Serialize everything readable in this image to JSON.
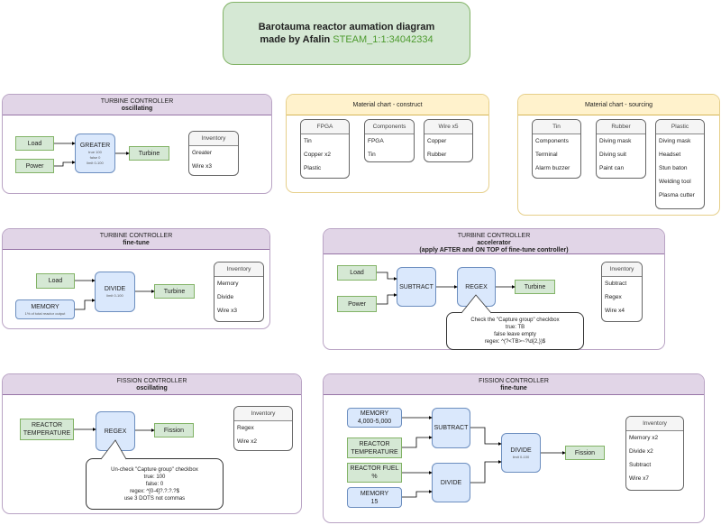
{
  "title": {
    "line1": "Barotauma reactor aumation diagram",
    "line2_prefix": "made by Afalin ",
    "steam_id": "STEAM_1:1:34042334"
  },
  "colors": {
    "green_fill": "#d5e8d4",
    "blue_fill": "#dae8fc",
    "purple_header": "#e1d5e7",
    "yellow_header": "#fff2cc",
    "steam_text": "#4d9a2e"
  },
  "turbine_osc": {
    "title": "TURBINE CONTROLLER",
    "subtitle": "oscillating",
    "load": "Load",
    "power": "Power",
    "greater": {
      "label": "GREATER",
      "l1": "true 100",
      "l2": "false 0",
      "l3": "limit 0-100"
    },
    "turbine": "Turbine",
    "inventory": {
      "header": "Inventory",
      "items": [
        "Greater",
        "Wire x3"
      ]
    }
  },
  "construct": {
    "title": "Material chart - construct",
    "tables": [
      {
        "header": "FPGA",
        "items": [
          "Tin",
          "Copper x2",
          "Plastic"
        ]
      },
      {
        "header": "Components",
        "items": [
          "FPGA",
          "Tin"
        ]
      },
      {
        "header": "Wire x5",
        "items": [
          "Copper",
          "Rubber"
        ]
      }
    ]
  },
  "sourcing": {
    "title": "Material chart - sourcing",
    "tables": [
      {
        "header": "Tin",
        "items": [
          "Components",
          "Terminal",
          "Alarm buzzer"
        ]
      },
      {
        "header": "Rubber",
        "items": [
          "Diving mask",
          "Diving suit",
          "Paint can"
        ]
      },
      {
        "header": "Plastic",
        "items": [
          "Diving mask",
          "Headset",
          "Stun baton",
          "Welding tool",
          "Plasma cutter"
        ]
      }
    ]
  },
  "turbine_fine": {
    "title": "TURBINE CONTROLLER",
    "subtitle": "fine-tune",
    "load": "Load",
    "memory": {
      "label": "MEMORY",
      "note": "1% of total reactor output"
    },
    "divide": {
      "label": "DIVIDE",
      "note": "limit 0-100"
    },
    "turbine": "Turbine",
    "inventory": {
      "header": "Inventory",
      "items": [
        "Memory",
        "Divide",
        "Wire x3"
      ]
    }
  },
  "turbine_acc": {
    "title": "TURBINE CONTROLLER",
    "subtitle": "accelerator",
    "subtitle2": "(apply AFTER and ON TOP of fine-tune controller)",
    "load": "Load",
    "power": "Power",
    "subtract": "SUBTRACT",
    "regex": "REGEX",
    "turbine": "Turbine",
    "callout": [
      "Check the \"Capture group\" checkbox",
      "true: TB",
      "false leave empty",
      "regex: ^(?<TB>~?\\d{2,})$"
    ],
    "inventory": {
      "header": "Inventory",
      "items": [
        "Subtract",
        "Regex",
        "Wire x4"
      ]
    }
  },
  "fission_osc": {
    "title": "FISSION CONTROLLER",
    "subtitle": "oscillating",
    "temp": "REACTOR TEMPERATURE",
    "regex": "REGEX",
    "fission": "Fission",
    "callout": [
      "Un-check \"Capture group\" checkbox",
      "true: 100",
      "false: 0",
      "regex: ^[0-4]?.?.?.?$",
      "use 3 DOTS not commas"
    ],
    "inventory": {
      "header": "Inventory",
      "items": [
        "Regex",
        "Wire x2"
      ]
    }
  },
  "fission_fine": {
    "title": "FISSION CONTROLLER",
    "subtitle": "fine-tune",
    "memory1": {
      "label": "MEMORY",
      "value": "4,000-5,000"
    },
    "temp": "REACTOR TEMPERATURE",
    "fuel": "REACTOR FUEL %",
    "memory2": {
      "label": "MEMORY",
      "value": "15"
    },
    "subtract": "SUBTRACT",
    "divide1": "DIVIDE",
    "divide2": {
      "label": "DIVIDE",
      "note": "limit 0-100"
    },
    "fission": "Fission",
    "inventory": {
      "header": "Inventory",
      "items": [
        "Memory x2",
        "Divide x2",
        "Subtract",
        "Wire x7"
      ]
    }
  }
}
